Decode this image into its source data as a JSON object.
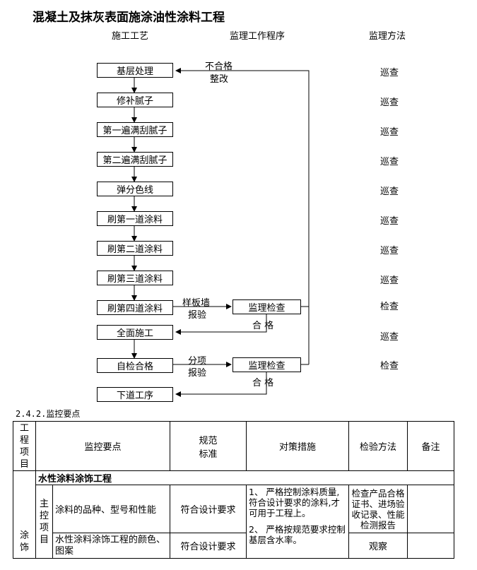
{
  "title": "混凝土及抹灰表面施涂油性涂料工程",
  "headers": {
    "process": "施工工艺",
    "procedure": "监理工作程序",
    "method": "监理方法"
  },
  "steps": [
    "基层处理",
    "修补腻子",
    "第一遍满刮腻子",
    "第二遍满刮腻子",
    "弹分色线",
    "刷第一道涂料",
    "刷第二道涂料",
    "刷第三道涂料",
    "刷第四道涂料",
    "全面施工",
    "自检合格",
    "下道工序"
  ],
  "methods": [
    "巡查",
    "巡查",
    "巡查",
    "巡查",
    "巡查",
    "巡查",
    "巡查",
    "巡查",
    "检查",
    "巡查",
    "检查"
  ],
  "inspect_box": "监理检查",
  "labels": {
    "fail_1": "不合格",
    "fail_2": "整改",
    "sample_1": "样板墙",
    "sample_2": "报验",
    "pass_a": "合 格",
    "sub_1": "分项",
    "sub_2": "报验",
    "pass_b": "合 格"
  },
  "section_title": "2.4.2.监控要点",
  "table": {
    "head": {
      "project": "工程项目",
      "points": "监控要点",
      "standard": "规范标准",
      "measures": "对策措施",
      "check": "检验方法",
      "note": "备注"
    },
    "category": "涂饰",
    "subtitle": "水性涂料涂饰工程",
    "main_items": "主控项目",
    "rows": [
      {
        "point": "涂料的品种、型号和性能",
        "standard": "符合设计要求",
        "check": "检查产品合格证书、进场验收记录、性能检测报告"
      },
      {
        "point": "水性涂料涂饰工程的颜色、图案",
        "standard": "符合设计要求",
        "check": "观察"
      }
    ],
    "measure_1": "1、 严格控制涂料质量,符合设计要求的涂料,才可用于工程上。",
    "measure_2": "2、 严格按规范要求控制基层含水率。"
  }
}
